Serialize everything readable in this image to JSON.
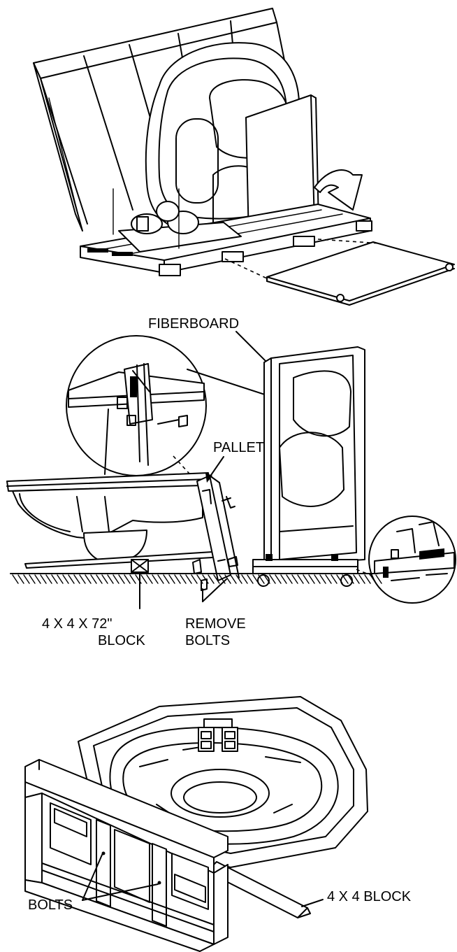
{
  "labels": {
    "fiberboard": "FIBERBOARD",
    "pallet": "PALLET",
    "block_line1": "4  X 4  X 72\"",
    "block_line2": "BLOCK",
    "remove_line1": "REMOVE",
    "remove_line2": "BOLTS",
    "bolts": "BOLTS",
    "block_4x4": "4  X 4 BLOCK"
  },
  "colors": {
    "ink": "#000000",
    "background": "#ffffff"
  }
}
